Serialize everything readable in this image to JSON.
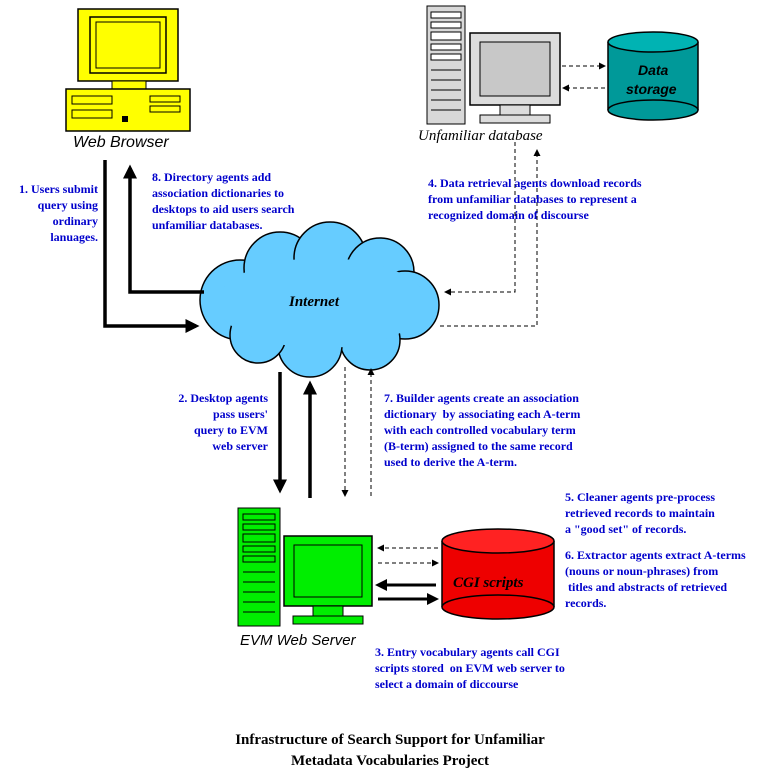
{
  "nodes": {
    "web_browser": "Web Browser",
    "unfamiliar_database": "Unfamiliar database",
    "data_storage_line1": "Data",
    "data_storage_line2": "storage",
    "internet": "Internet",
    "evm_web_server": "EVM Web Server",
    "cgi_scripts": "CGI scripts"
  },
  "steps": {
    "s1": "1. Users submit\nquery using\nordinary\nlanuages.",
    "s2": "2. Desktop agents\npass users'\nquery to EVM\nweb server",
    "s3": "3. Entry vocabulary agents call CGI\nscripts stored  on EVM web server to\nselect a domain of diccourse",
    "s4": "4. Data retrieval agents download records\nfrom unfamiliar databases to represent a\nrecognized domain of discourse",
    "s5": "5. Cleaner agents pre-process\nretrieved records to maintain\na \"good set\" of records.",
    "s6": "6. Extractor agents extract A-terms\n(nouns or noun-phrases) from\n titles and abstracts of retrieved\nrecords.",
    "s7": "7. Builder agents create an association\ndictionary  by associating each A-term\nwith each controlled vocabulary term\n(B-term) assigned to the same record\nused to derive the A-term.",
    "s8": "8. Directory agents add\nassociation dictionaries to\ndesktops to aid users search\nunfamiliar databases."
  },
  "title": {
    "line1": "Infrastructure of Search Support for Unfamiliar",
    "line2": "Metadata Vocabularies Project"
  },
  "colors": {
    "browser_pc": "#ffff00",
    "server_pc": "#00ee00",
    "cloud": "#66ccff",
    "data_storage": "#009999",
    "cgi_cylinder": "#ee0000",
    "step_text": "#0000cc"
  }
}
